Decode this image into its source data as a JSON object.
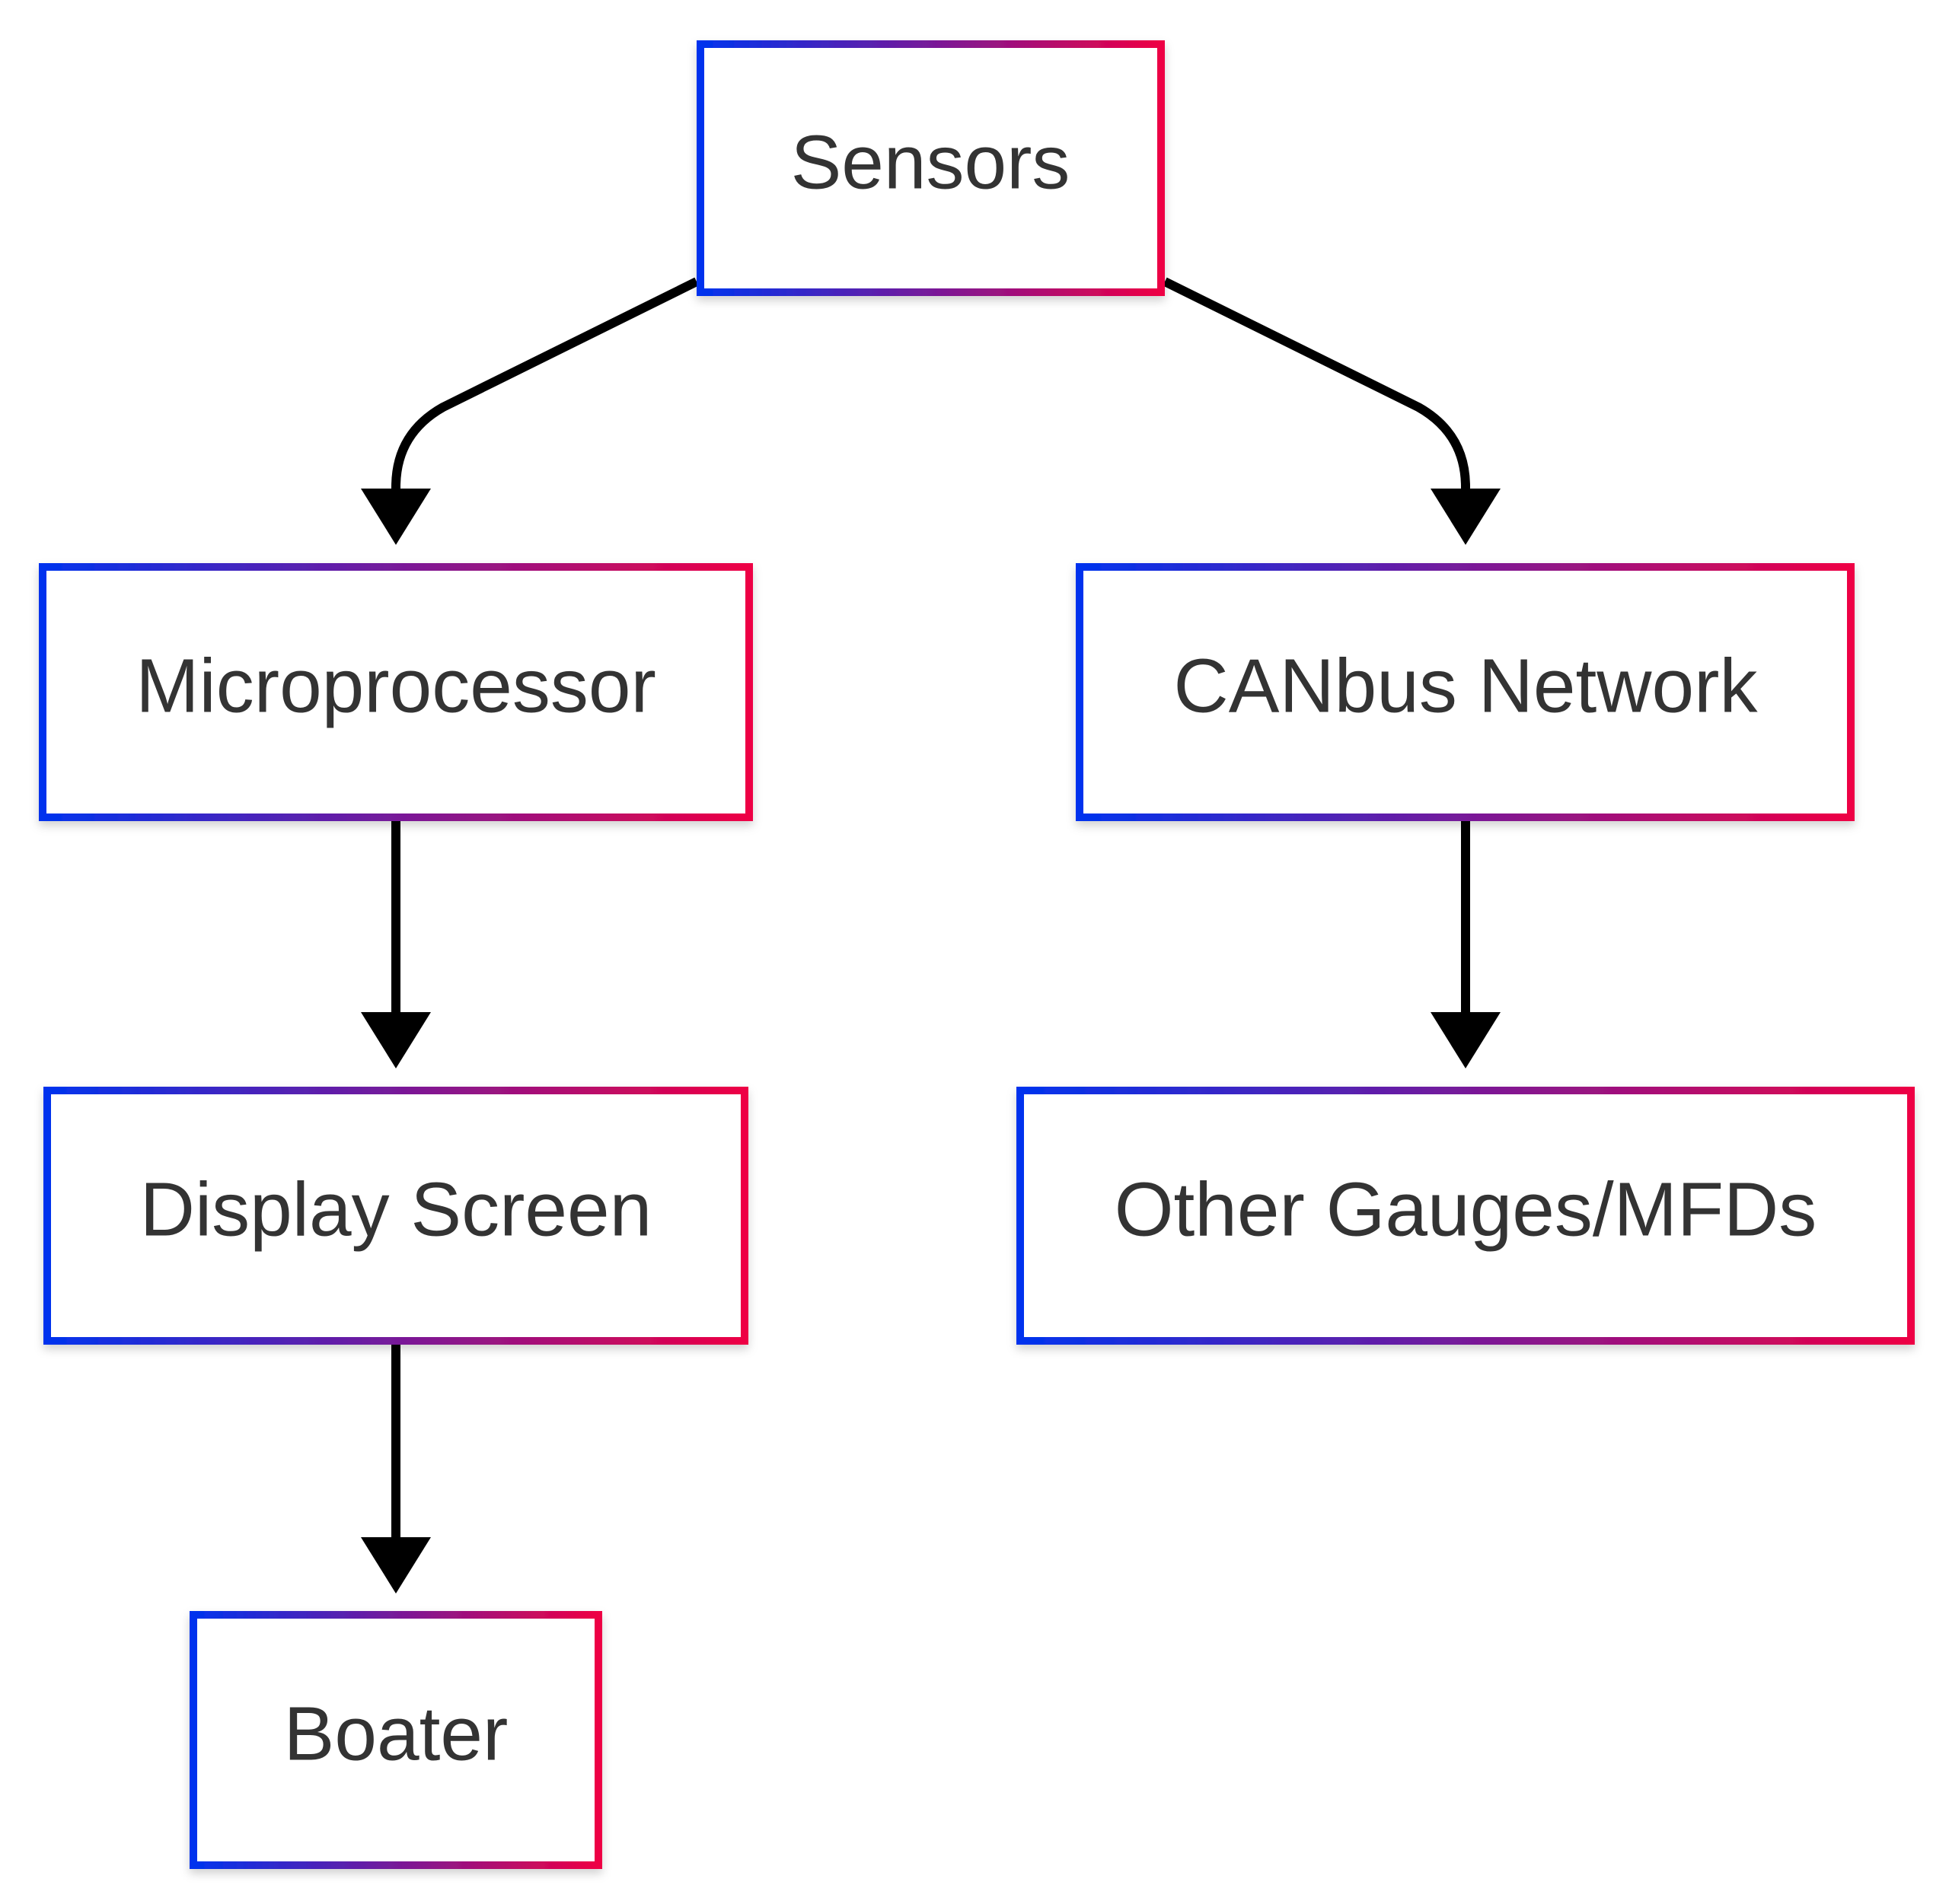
{
  "diagram": {
    "nodes": [
      {
        "id": "sensors",
        "label": "Sensors"
      },
      {
        "id": "microprocessor",
        "label": "Microprocessor"
      },
      {
        "id": "canbus",
        "label": "CANbus Network"
      },
      {
        "id": "display",
        "label": "Display Screen"
      },
      {
        "id": "gauges",
        "label": "Other Gauges/MFDs"
      },
      {
        "id": "boater",
        "label": "Boater"
      }
    ],
    "edges": [
      {
        "from": "sensors",
        "to": "microprocessor"
      },
      {
        "from": "sensors",
        "to": "canbus"
      },
      {
        "from": "microprocessor",
        "to": "display"
      },
      {
        "from": "canbus",
        "to": "gauges"
      },
      {
        "from": "display",
        "to": "boater"
      }
    ],
    "colors": {
      "border_start": "#0033ee",
      "border_end": "#ee0044",
      "edge": "#000000",
      "text": "#333333",
      "node_fill": "#ffffff"
    }
  }
}
